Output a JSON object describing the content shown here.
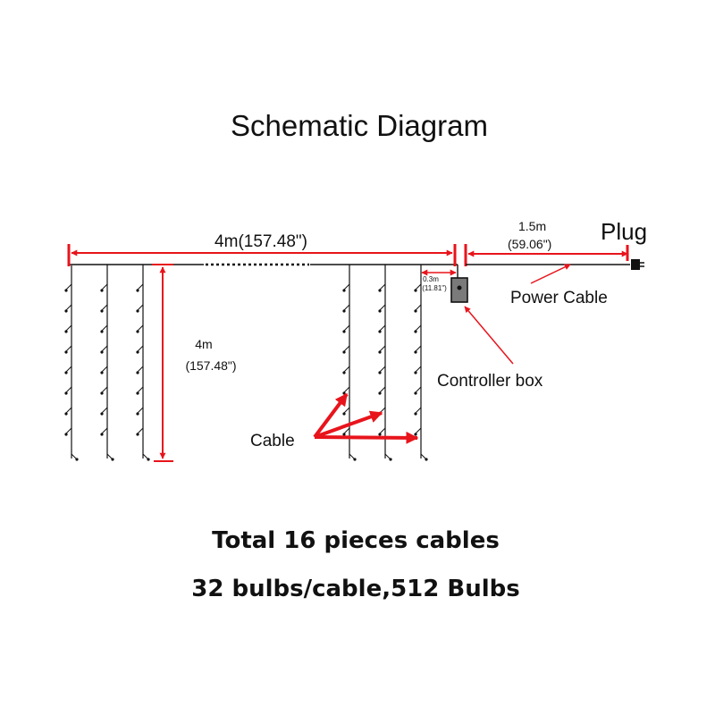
{
  "title": "Schematic Diagram",
  "dimensions": {
    "width": "4m(157.48\")",
    "height_value": "4m",
    "height_inches": "(157.48\")",
    "gap_value": "0.3m",
    "gap_inches": "(11.81\")",
    "power_value": "1.5m",
    "power_inches": "(59.06\")"
  },
  "labels": {
    "plug": "Plug",
    "power_cable": "Power Cable",
    "controller_box": "Controller box",
    "cable": "Cable"
  },
  "summary": {
    "line1": "Total 16 pieces cables",
    "line2": "32 bulbs/cable,512 Bulbs"
  },
  "colors": {
    "dimension": "#e8141c",
    "wire": "#111111"
  }
}
